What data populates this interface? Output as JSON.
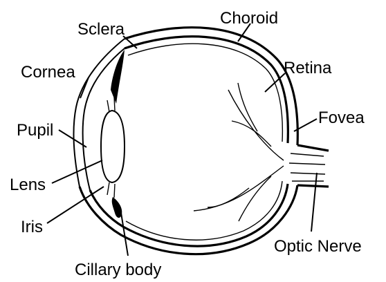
{
  "diagram": {
    "labels": {
      "sclera": "Sclera",
      "choroid": "Choroid",
      "cornea": "Cornea",
      "retina": "Retina",
      "pupil": "Pupil",
      "fovea": "Fovea",
      "lens": "Lens",
      "iris": "Iris",
      "optic_nerve": "Optic Nerve",
      "ciliary_body": "Cillary body"
    },
    "colors": {
      "ink": "#000000",
      "background": "#ffffff"
    }
  }
}
